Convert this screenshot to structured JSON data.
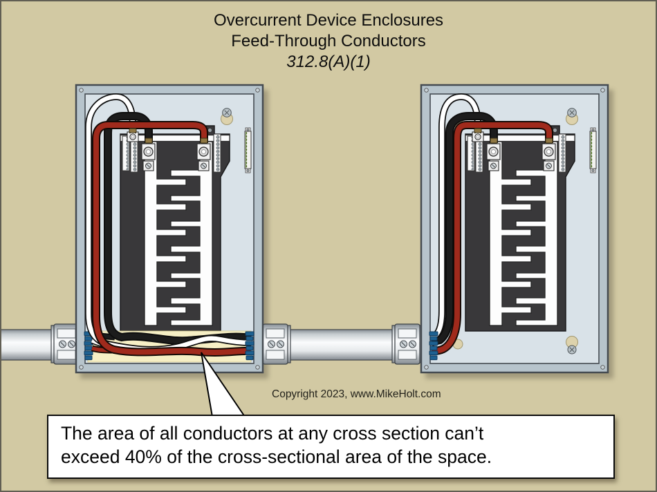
{
  "title": {
    "line1": "Overcurrent Device Enclosures",
    "line2": "Feed-Through Conductors",
    "code_reference": "312.8(A)(1)"
  },
  "copyright": "Copyright 2023, www.MikeHolt.com",
  "callout": {
    "line1": "The area of all conductors at any cross section can’t",
    "line2": "exceed 40% of the cross-sectional area of the space."
  },
  "colors": {
    "background": "#d2c9a3",
    "enclosure_frame": "#b7c4cc",
    "enclosure_inner": "#d9e2e8",
    "panel_interior_dark": "#39383a",
    "bus_bar_white": "#fdfdfd",
    "gutter_wiring_space": "#f6efc5",
    "wire_black": "#1c1c1c",
    "wire_white": "#ffffff",
    "wire_red": "#a02a1c",
    "bushing_blue": "#1e6191",
    "conduit_metal": "#d7dcdf"
  }
}
